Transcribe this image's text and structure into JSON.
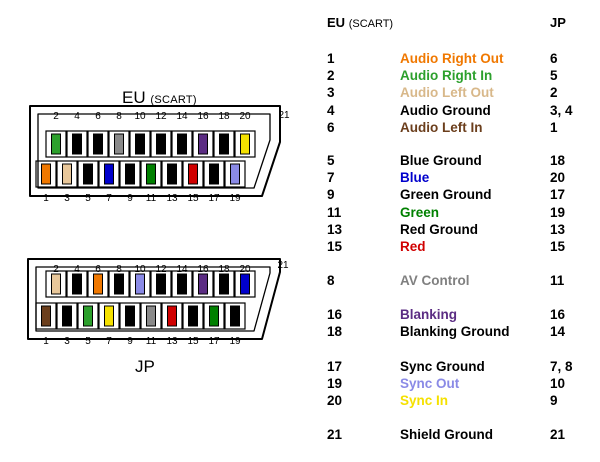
{
  "header": {
    "eu": "EU",
    "eu_sub": "(SCART)",
    "jp": "JP"
  },
  "connectors": {
    "eu": {
      "title": "EU",
      "subtitle": "(SCART)",
      "top_numbers": [
        "2",
        "4",
        "6",
        "8",
        "10",
        "12",
        "14",
        "16",
        "18",
        "20"
      ],
      "bottom_numbers": [
        "1",
        "3",
        "5",
        "7",
        "9",
        "11",
        "13",
        "15",
        "17",
        "19"
      ],
      "shield_number": "21",
      "top_colors": [
        "#2ca02c",
        "#000000",
        "#000000",
        "#8a8a8a",
        "#000000",
        "#000000",
        "#000000",
        "#5b2c83",
        "#000000",
        "#f5e100"
      ],
      "bottom_colors": [
        "#f07800",
        "#e8c79a",
        "#000000",
        "#0000cc",
        "#000000",
        "#008000",
        "#000000",
        "#d00000",
        "#000000",
        "#8a8ae6"
      ]
    },
    "jp": {
      "title": "JP",
      "top_numbers": [
        "2",
        "4",
        "6",
        "8",
        "10",
        "12",
        "14",
        "16",
        "18",
        "20"
      ],
      "bottom_numbers": [
        "1",
        "3",
        "5",
        "7",
        "9",
        "11",
        "13",
        "15",
        "17",
        "19"
      ],
      "shield_number": "21",
      "top_colors": [
        "#e8c79a",
        "#000000",
        "#f07800",
        "#000000",
        "#8a8ae6",
        "#000000",
        "#000000",
        "#5b2c83",
        "#000000",
        "#0000cc"
      ],
      "bottom_colors": [
        "#6b3e1c",
        "#000000",
        "#2ca02c",
        "#f5e100",
        "#000000",
        "#8a8a8a",
        "#d00000",
        "#000000",
        "#008000",
        "#000000"
      ]
    }
  },
  "pin_groups": [
    [
      {
        "eu": "1",
        "signal": "Audio Right Out",
        "jp": "6",
        "color": "#f07800"
      },
      {
        "eu": "2",
        "signal": "Audio Right In",
        "jp": "5",
        "color": "#2ca02c"
      },
      {
        "eu": "3",
        "signal": "Audio Left Out",
        "jp": "2",
        "color": "#d8b88a"
      },
      {
        "eu": "4",
        "signal": "Audio Ground",
        "jp": "3, 4",
        "color": "#000000"
      },
      {
        "eu": "6",
        "signal": "Audio Left In",
        "jp": "1",
        "color": "#6b3e1c"
      }
    ],
    [
      {
        "eu": "5",
        "signal": "Blue Ground",
        "jp": "18",
        "color": "#000000"
      },
      {
        "eu": "7",
        "signal": "Blue",
        "jp": "20",
        "color": "#0000cc"
      },
      {
        "eu": "9",
        "signal": "Green Ground",
        "jp": "17",
        "color": "#000000"
      },
      {
        "eu": "11",
        "signal": "Green",
        "jp": "19",
        "color": "#008000"
      },
      {
        "eu": "13",
        "signal": "Red Ground",
        "jp": "13",
        "color": "#000000"
      },
      {
        "eu": "15",
        "signal": "Red",
        "jp": "15",
        "color": "#d00000"
      }
    ],
    [
      {
        "eu": "8",
        "signal": "AV Control",
        "jp": "11",
        "color": "#808080"
      }
    ],
    [
      {
        "eu": "16",
        "signal": "Blanking",
        "jp": "16",
        "color": "#5b2c83"
      },
      {
        "eu": "18",
        "signal": "Blanking Ground",
        "jp": "14",
        "color": "#000000"
      }
    ],
    [
      {
        "eu": "17",
        "signal": "Sync Ground",
        "jp": "7, 8",
        "color": "#000000"
      },
      {
        "eu": "19",
        "signal": "Sync Out",
        "jp": "10",
        "color": "#8a8ae6"
      },
      {
        "eu": "20",
        "signal": "Sync In",
        "jp": "9",
        "color": "#f5e100"
      }
    ],
    [
      {
        "eu": "21",
        "signal": "Shield Ground",
        "jp": "21",
        "color": "#000000"
      }
    ]
  ]
}
